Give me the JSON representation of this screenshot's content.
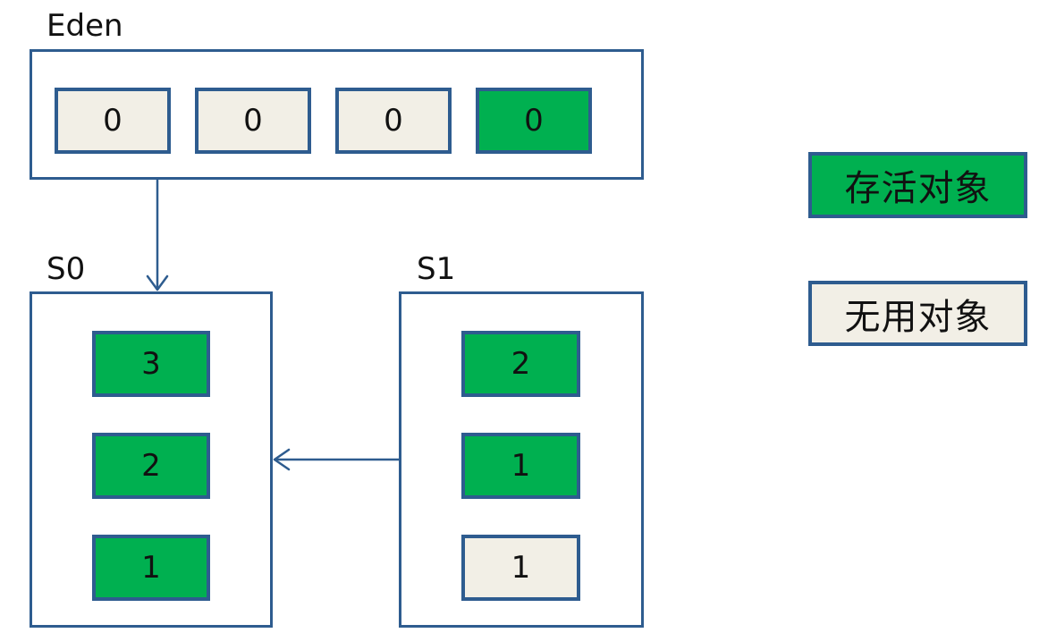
{
  "eden": {
    "label": "Eden",
    "cells": [
      {
        "value": "0",
        "status": "dead"
      },
      {
        "value": "0",
        "status": "dead"
      },
      {
        "value": "0",
        "status": "dead"
      },
      {
        "value": "0",
        "status": "live"
      }
    ]
  },
  "s0": {
    "label": "S0",
    "cells": [
      {
        "value": "3",
        "status": "live"
      },
      {
        "value": "2",
        "status": "live"
      },
      {
        "value": "1",
        "status": "live"
      }
    ]
  },
  "s1": {
    "label": "S1",
    "cells": [
      {
        "value": "2",
        "status": "live"
      },
      {
        "value": "1",
        "status": "live"
      },
      {
        "value": "1",
        "status": "dead"
      }
    ]
  },
  "legend": {
    "live_label": "存活对象",
    "dead_label": "无用对象"
  },
  "colors": {
    "live": "#00b050",
    "dead": "#f2efe6",
    "border": "#2e5c8f"
  }
}
